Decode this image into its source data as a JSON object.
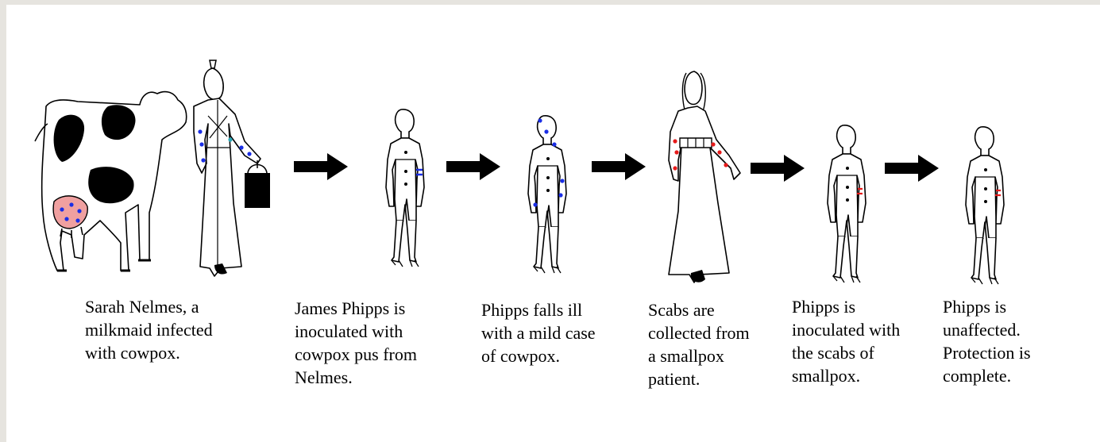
{
  "steps": [
    {
      "caption": "Sarah Nelmes, a\nmilkmaid infected\nwith cowpox."
    },
    {
      "caption": "James Phipps is\ninoculated with\ncowpox pus from\nNelmes."
    },
    {
      "caption": "Phipps falls ill\nwith a mild case\nof cowpox."
    },
    {
      "caption": "Scabs are\ncollected from\na smallpox\npatient."
    },
    {
      "caption": "Phipps is\ninoculated with\nthe scabs of\nsmallpox."
    },
    {
      "caption": "Phipps is\nunaffected.\nProtection is\ncomplete."
    }
  ],
  "colors": {
    "cowpox_marks": "#1a2ee6",
    "smallpox_marks": "#e61a1a",
    "udder": "#f0a0a0",
    "bow": "#2aa8b8",
    "ink": "#000000"
  }
}
